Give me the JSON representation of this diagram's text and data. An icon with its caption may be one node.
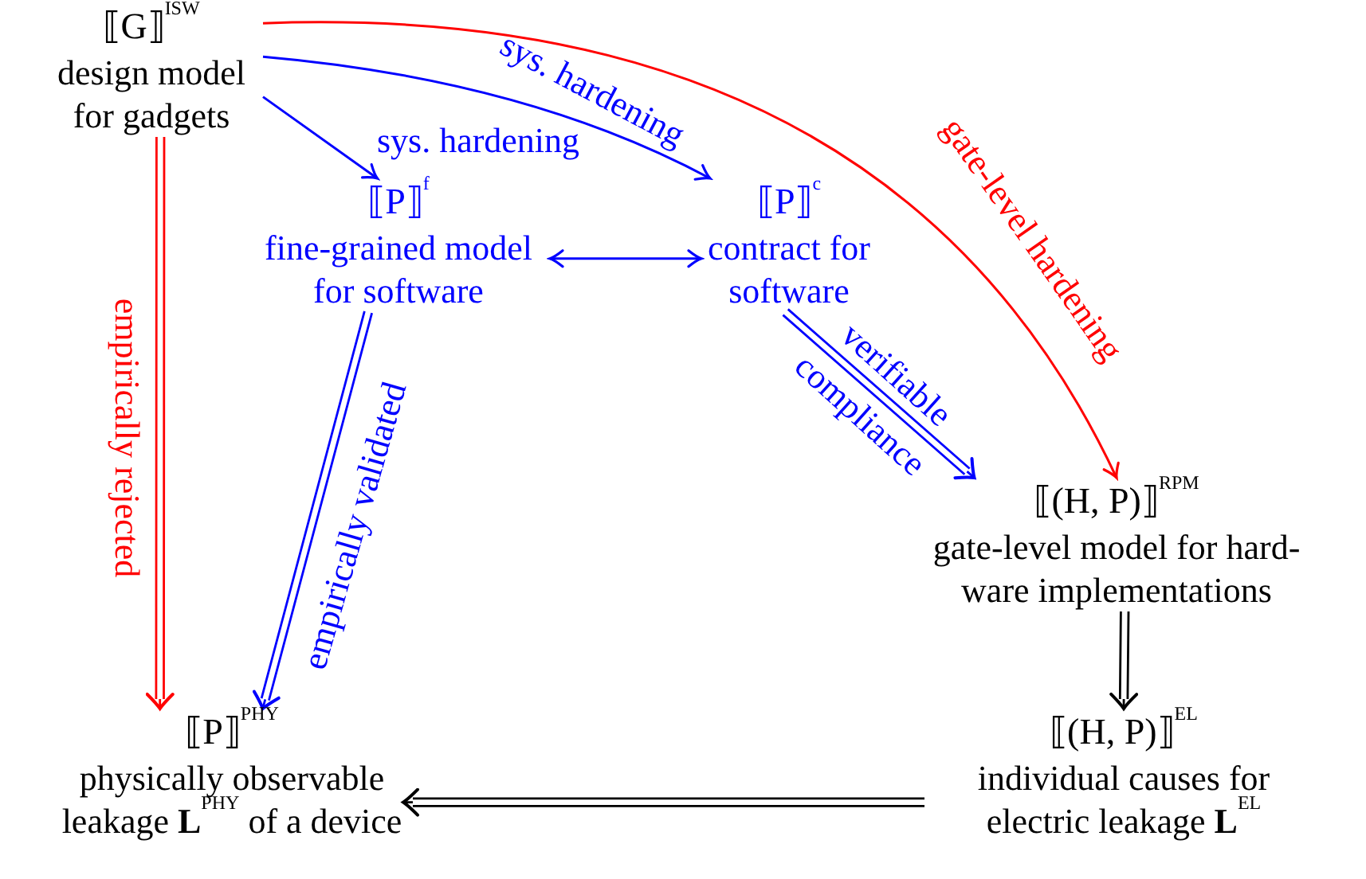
{
  "diagram": {
    "nodes": [
      {
        "text": [
          "⟦G⟧$^{ISW}$",
          "design model for gadgets"
        ]
      },
      {
        "text": [
          "⟦P⟧$^{f}$",
          "fine-grained model for software"
        ]
      },
      {
        "text": [
          "⟦P⟧$^{c}$",
          "contract for software"
        ]
      },
      {
        "text": [
          "⟦(H, P)⟧$^{RPM}$",
          "gate-level model for hard- ware implementations"
        ]
      },
      {
        "text": [
          "⟦(H, P)⟧$^{EL}$",
          "individual causes for electric leakage **L**$^{EL}$"
        ]
      },
      {
        "text": [
          "⟦P⟧$^{PHY}$",
          "physically observable leakage **L**$^{PHY}$ of a device"
        ]
      }
    ],
    "edges": [
      {
        "from": 0,
        "to": 1,
        "arrow": "to",
        "label": "sys. hardening"
      },
      {
        "from": 0,
        "to": 2,
        "arrow": "to",
        "label": "sys. hardening"
      },
      {
        "from": 0,
        "to": 3,
        "arrow": "to",
        "label": "gate-level hardening",
        "color": "#ff0000"
      },
      {
        "from": 0,
        "to": 5,
        "arrow": "to",
        "label": "empirically rejected",
        "color": "#ff0000"
      },
      {
        "from": 1,
        "to": 2,
        "arrow": "both"
      },
      {
        "from": 1,
        "to": 5,
        "arrow": "to",
        "label": "empirically validated"
      },
      {
        "from": 2,
        "to": 3,
        "arrow": "to",
        "label": "verifiable compliance"
      },
      {
        "from": 3,
        "to": 4,
        "arrow": "to",
        "color": "#000000"
      },
      {
        "from": 4,
        "to": 5,
        "arrow": "to",
        "color": "#000000"
      }
    ]
  }
}
